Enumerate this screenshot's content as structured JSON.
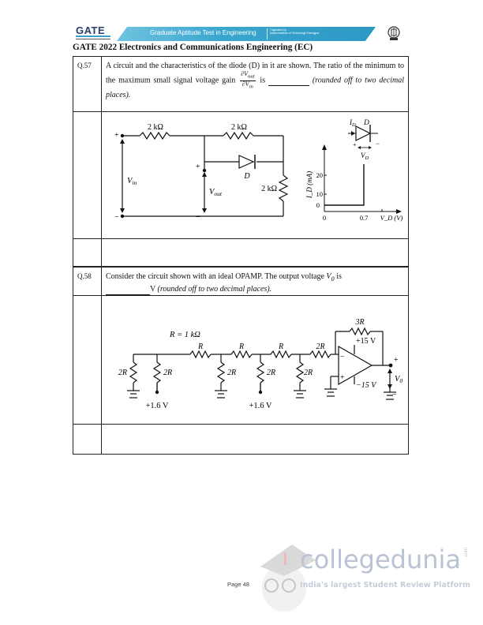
{
  "header": {
    "logo_text": "GATE",
    "banner_title": "Graduate Aptitude Test in Engineering",
    "organised_by_label": "Organised by",
    "organiser": "Indian Institute of Technology Kharagpur",
    "doc_title": "GATE 2022 Electronics and Communications Engineering (EC)"
  },
  "questions": [
    {
      "number": "Q.57",
      "text_part1": "A circuit and the characteristics of the diode (D) in it are shown. The ratio of the minimum to the maximum small signal voltage gain",
      "fraction_num": "∂V",
      "fraction_num_sub": "out",
      "fraction_den": "∂V",
      "fraction_den_sub": "in",
      "text_part2": "is",
      "text_part3": "(rounded off to two decimal places).",
      "circuit": {
        "r1": "2 kΩ",
        "r2": "2 kΩ",
        "r3": "2 kΩ",
        "diode": "D",
        "vin_label": "V",
        "vin_sub": "in",
        "vout_label": "V",
        "vout_sub": "out",
        "plus": "+",
        "minus": "−"
      },
      "diode_char": {
        "id_label": "I",
        "id_sub": "D",
        "d_label": "D",
        "vd_label": "V",
        "vd_sub": "D",
        "y_axis_label": "I_D (mA)",
        "y_ticks": [
          "0",
          "10",
          "20"
        ],
        "x_ticks": [
          "0",
          "0.7"
        ],
        "x_axis_label": "V_D (V)"
      }
    },
    {
      "number": "Q.58",
      "text_part1": "Consider the circuit shown with an ideal OPAMP. The output voltage",
      "vo_label": "V",
      "vo_sub": "0",
      "text_part2": "is",
      "text_part3": "V",
      "text_part4": "(rounded off to two decimal places).",
      "circuit": {
        "r_def": "R = 1 kΩ",
        "series": [
          "R",
          "R",
          "R",
          "2R"
        ],
        "shunts": [
          "2R",
          "2R",
          "2R",
          "2R",
          "2R"
        ],
        "source1": "+1.6 V",
        "source2": "+1.6 V",
        "feedback": "3R",
        "vplus": "+15 V",
        "vminus": "−15 V",
        "out_label": "V",
        "out_sub": "0",
        "plus": "+",
        "minus": "−"
      }
    }
  ],
  "footer": {
    "page_label": "Page 48",
    "brand": "collegedunia",
    "brand_suffix": ".com",
    "tagline": "India's largest Student Review Platform"
  }
}
